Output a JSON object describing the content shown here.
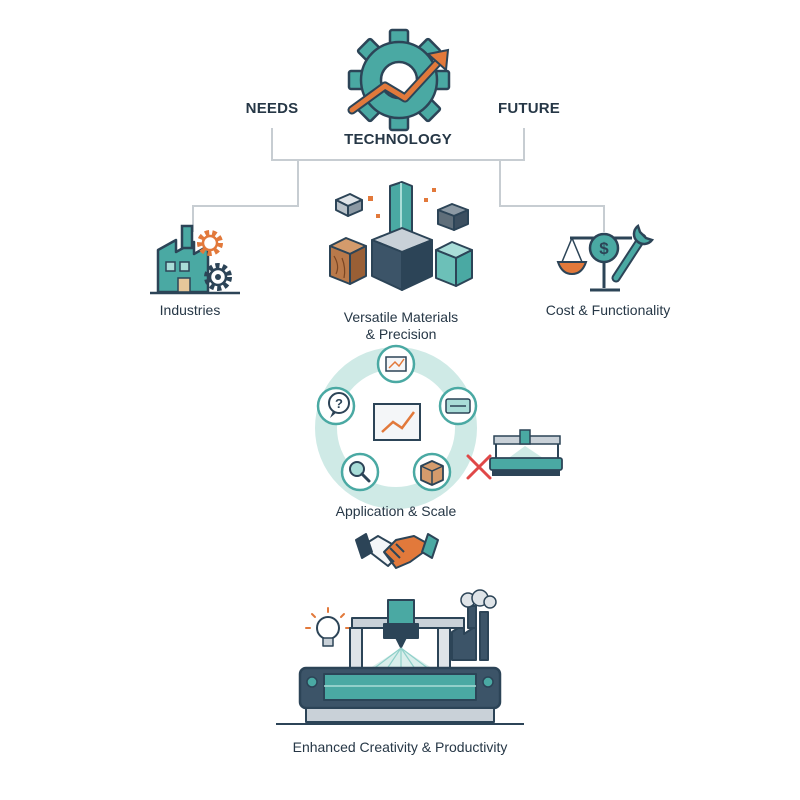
{
  "header": {
    "needs": "NEEDS",
    "technology": "TECHNOLOGY",
    "future": "FUTURE"
  },
  "nodes": {
    "industries": "Industries",
    "materials_line1": "Versatile Materials",
    "materials_line2": "& Precision",
    "cost": "Cost & Functionality",
    "application": "Application & Scale",
    "result": "Enhanced Creativity & Productivity"
  },
  "icons": {
    "top": "gear-with-rising-arrow-icon",
    "industries": "factory-with-gears-icon",
    "materials": "material-cubes-icon",
    "cost": "balance-scale-dollar-wrench-icon",
    "cycle": "application-cycle-icon",
    "rejected_machine": "laser-cutter-crossed-icon",
    "handshake": "handshake-icon",
    "machine": "laser-cutting-machine-icon"
  },
  "colors": {
    "teal": "#4aa9a3",
    "teal_light": "#a9ddd8",
    "navy": "#2c4457",
    "orange": "#e2793b",
    "wood": "#b9794a",
    "red": "#e04848",
    "line": "#c7cdd2"
  }
}
